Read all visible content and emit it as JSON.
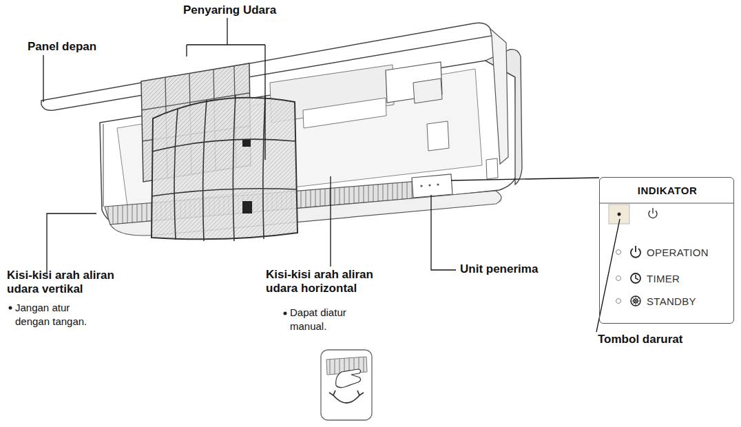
{
  "diagram": {
    "nodes": [
      {
        "text": [
          "INDIKATOR",
          "OPERATION",
          "TIMER",
          "STANDBY"
        ]
      }
    ],
    "labels": [
      "Penyaring Udara",
      "Panel depan",
      "Kisi-kisi arah aliran udara vertikal",
      "Jangan atur dengan tangan.",
      "Kisi-kisi arah aliran udara horizontal",
      "Dapat diatur manual.",
      "Unit penerima",
      "Tombol darurat"
    ]
  }
}
